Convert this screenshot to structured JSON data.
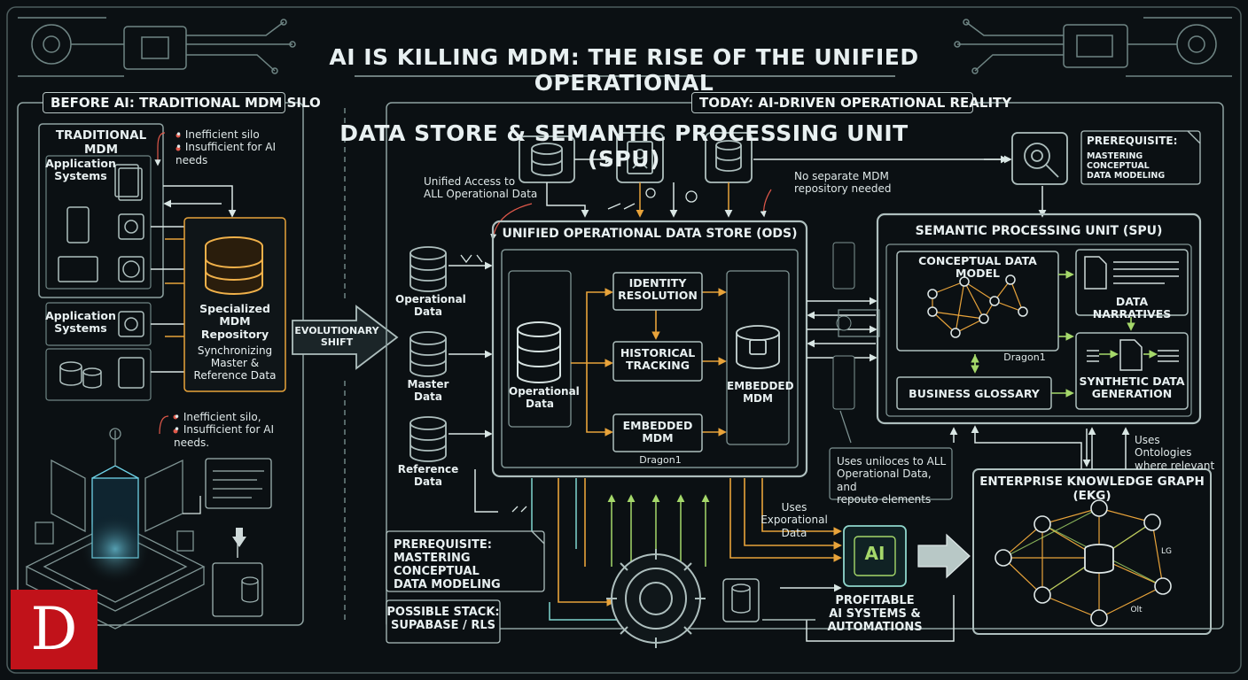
{
  "title": {
    "line1": "AI IS KILLING MDM: THE RISE OF THE UNIFIED OPERATIONAL",
    "line2": "DATA STORE & SEMANTIC PROCESSING UNIT (SPU)"
  },
  "left": {
    "section_title": "BEFORE AI: TRADITIONAL MDM SILO",
    "box_title": "TRADITIONAL MDM",
    "note1": "• Inefficient silo\n• Insufficient for AI needs",
    "app_systems_1": "Application\nSystems",
    "app_systems_2": "Application\nSystems",
    "repo_title": "Specialized\nMDM\nRepository",
    "repo_sub": "Synchronizing\nMaster &\nReference Data",
    "note2": "• Inefficient silo,\n• Insufficient for AI needs."
  },
  "shift_label": "EVOLUTIONARY\nSHIFT",
  "right": {
    "section_title": "TODAY: AI-DRIVEN OPERATIONAL REALITY",
    "unified_note": "Unified Access to\nALL Operational Data",
    "no_mdm_note": "No separate MDM\nrepository needed",
    "sources": [
      "Operational\nData",
      "Master\nData",
      "Reference\nData"
    ],
    "ods": {
      "title": "UNIFIED OPERATIONAL DATA STORE (ODS)",
      "operational_data": "Operational\nData",
      "identity": "IDENTITY\nRESOLUTION",
      "historical": "HISTORICAL\nTRACKING",
      "embedded_small": "EMBEDDED\nMDM",
      "embedded_big": "EMBEDDED\nMDM",
      "watermark": "Dragon1"
    },
    "spu": {
      "title": "SEMANTIC PROCESSING UNIT (SPU)",
      "conceptual": "CONCEPTUAL DATA MODEL",
      "narratives": "DATA NARRATIVES",
      "glossary": "BUSINESS GLOSSARY",
      "synthetic": "SYNTHETIC DATA\nGENERATION",
      "watermark": "Dragon1"
    },
    "prereq_top_title": "PREREQUISITE:",
    "prereq_top_body": "MASTERING CONCEPTUAL\nDATA MODELING",
    "uses_note": "Uses uniloces to ALL\nOperational Data, and\nrepouto elements",
    "ontology_note": "Uses Ontologies\nwhere relevant",
    "ekg_title": "ENTERPRISE KNOWLEDGE GRAPH (EKG)",
    "ekg_labels": [
      "LG",
      "Olt"
    ],
    "exp_note": "Uses\nExporational\nData",
    "ai_label": "AI",
    "profit": "PROFITABLE\nAI SYSTEMS &\nAUTOMATIONS",
    "prereq_bottom": "PREREQUISITE:\nMASTERING CONCEPTUAL\nDATA MODELING",
    "stack": "POSSIBLE STACK:\nSUPABASE / RLS"
  },
  "logo_letter": "D",
  "colors": {
    "background": "#0b1013",
    "accent_orange": "#e8a33a",
    "accent_teal": "#7fd6cf",
    "line": "#9fb3b2"
  }
}
